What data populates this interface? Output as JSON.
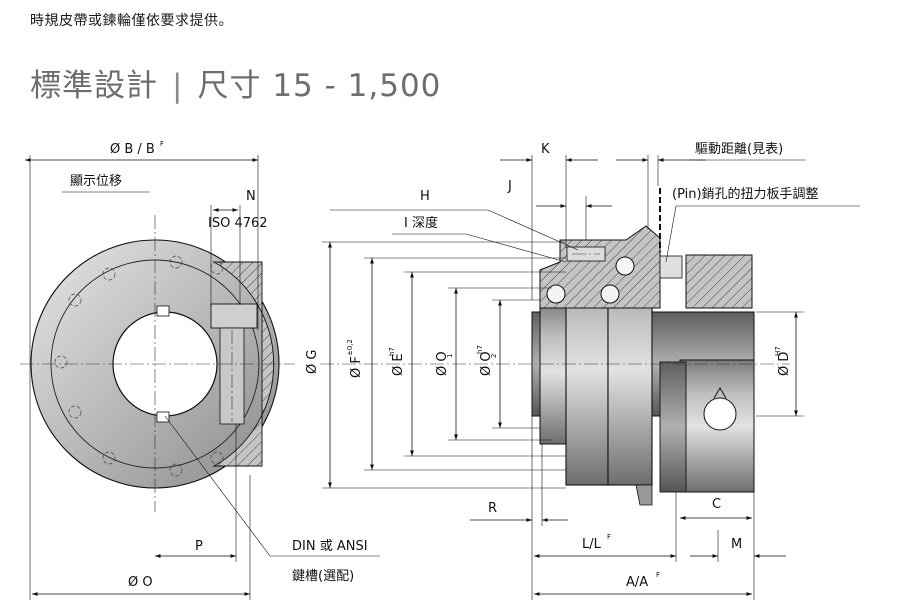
{
  "note": "時規皮帶或鍊輪僅依要求提供。",
  "heading": {
    "title": "標準設計",
    "separator": "|",
    "size_label": "尺寸",
    "size_range": "15 - 1,500"
  },
  "labels": {
    "B": "Ø B / B",
    "B_sup": "F",
    "display": "顯示位移",
    "N": "N",
    "iso": "ISO 4762",
    "P": "P",
    "O": "Ø O",
    "din": "DIN 或 ANSI",
    "keyway": "鍵槽(選配)",
    "H": "H",
    "I_depth": "I 深度",
    "K": "K",
    "J": "J",
    "drive_distance": "驅動距離(見表)",
    "pin_hole": "(Pin)銷孔的扭力板手調整",
    "G": "Ø G",
    "F": "Ø F",
    "F_sup": "±0,2",
    "E": "Ø E",
    "E_sup": "h7",
    "O1": "Ø O",
    "O1_sub": "1",
    "O2": "Ø O",
    "O2_sub": "2",
    "O2_sup": "h7",
    "D": "Ø D",
    "D_sup": "H7",
    "R": "R",
    "L": "L/L",
    "L_sup": "F",
    "C": "C",
    "M": "M",
    "A": "A/A",
    "A_sup": "F"
  },
  "colors": {
    "body_light": "#d2d2d2",
    "body_mid": "#a9a9a9",
    "body_dark": "#7c7c7c",
    "hatch": "#555555",
    "heading": "#6d6d6d"
  }
}
